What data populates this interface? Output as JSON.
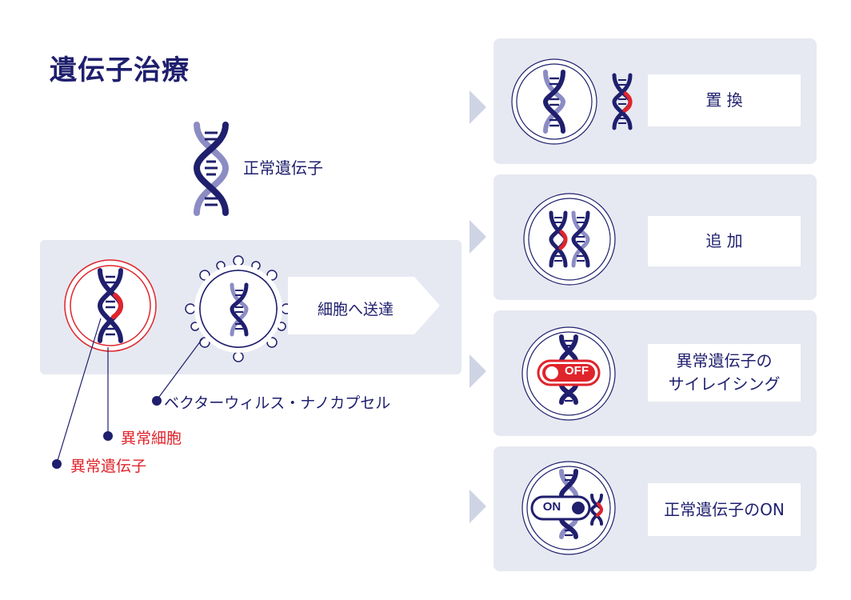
{
  "title": "遺伝子治療",
  "normal_gene": {
    "label": "正常遺伝子"
  },
  "delivery": {
    "label": "細胞へ送達"
  },
  "callouts": {
    "vector": "ベクターウィルス・ナノカプセル",
    "abnormal_cell": "異常細胞",
    "abnormal_gene": "異常遺伝子"
  },
  "methods": [
    {
      "label": "置 換"
    },
    {
      "label": "追 加"
    },
    {
      "label_line1": "異常遺伝子の",
      "label_line2": "サイレイシング",
      "switch_label": "OFF"
    },
    {
      "label": "正常遺伝子のON",
      "switch_label": "ON"
    }
  ],
  "colors": {
    "navy": "#1f1f6e",
    "lavender": "#8c8cc4",
    "red": "#e0242b",
    "panel": "#e6e9f1",
    "arrow": "#cfd4e4"
  }
}
